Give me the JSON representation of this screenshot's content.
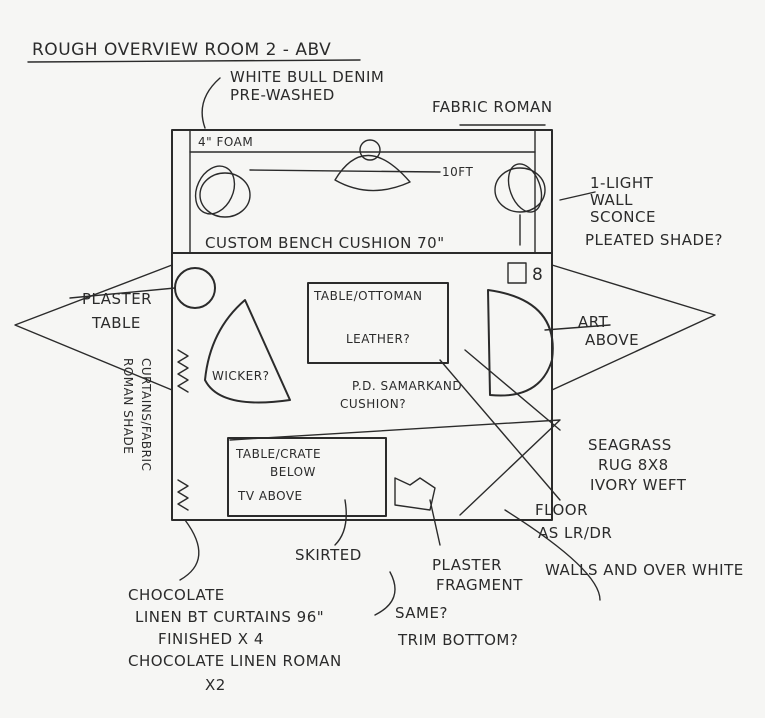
{
  "title": "ROUGH OVERVIEW ROOM 2 - ABV",
  "labels": {
    "white_bull_denim_1": "WHITE BULL DENIM",
    "white_bull_denim_2": "PRE-WASHED",
    "fabric_roman": "FABRIC ROMAN",
    "four_inch_foam": "4\" FOAM",
    "ten_ft": "10FT",
    "sconce_1": "1-LIGHT",
    "sconce_2": "WALL",
    "sconce_3": "SCONCE",
    "pleated_shade": "PLEATED SHADE?",
    "custom_bench": "CUSTOM BENCH CUSHION 70\"",
    "eight": "8",
    "plaster_table_1": "PLASTER",
    "plaster_table_2": "TABLE",
    "table_ottoman": "TABLE/OTTOMAN",
    "leather": "LEATHER?",
    "art_above_1": "ART",
    "art_above_2": "ABOVE",
    "wicker": "WICKER?",
    "pd_samarkand_1": "P.D. SAMARKAND",
    "pd_samarkand_2": "CUSHION?",
    "curtains_vertical_1": "CURTAINS/FABRIC",
    "curtains_vertical_2": "ROMAN SHADE",
    "seagrass_1": "SEAGRASS",
    "seagrass_2": "RUG 8X8",
    "seagrass_3": "IVORY WEFT",
    "table_crate_1": "TABLE/CRATE",
    "table_crate_2": "BELOW",
    "tv_above": "TV ABOVE",
    "floor_1": "FLOOR",
    "floor_2": "AS LR/DR",
    "walls": "WALLS AND OVER WHITE",
    "skirted": "SKIRTED",
    "plaster_fragment_1": "PLASTER",
    "plaster_fragment_2": "FRAGMENT",
    "chocolate": "CHOCOLATE",
    "linen_bt_curtains": "LINEN BT CURTAINS 96\"",
    "finished_x4": "FINISHED X 4",
    "chocolate_linen_roman": "CHOCOLATE LINEN ROMAN",
    "x2": "X2",
    "same": "SAME?",
    "trim_bottom": "TRIM BOTTOM?"
  },
  "colors": {
    "ink": "#2b2b2b",
    "paper": "#f6f6f4"
  }
}
